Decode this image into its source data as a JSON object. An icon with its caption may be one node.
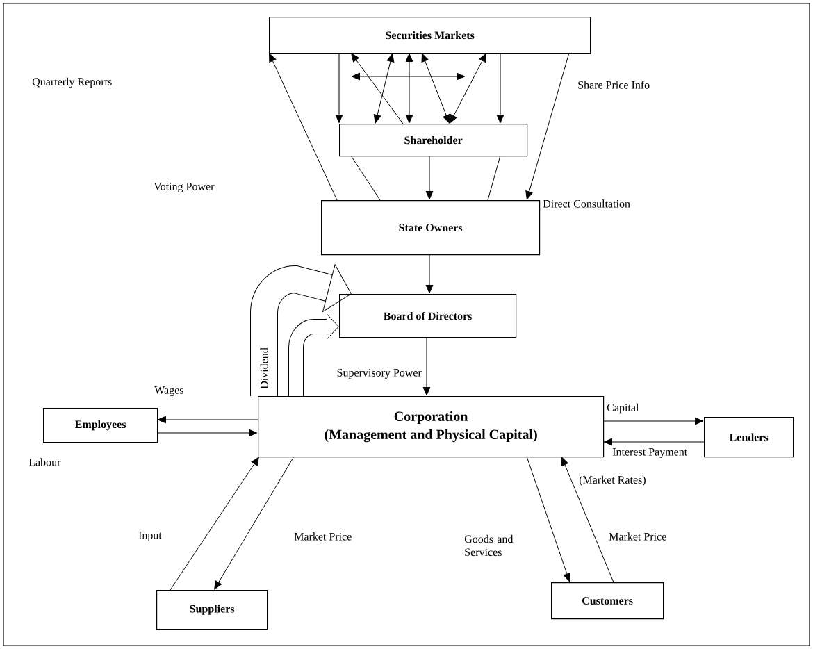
{
  "diagram": {
    "nodes": [
      {
        "text": [
          "Securities Markets"
        ]
      },
      {
        "text": [
          "Shareholder"
        ]
      },
      {
        "text": [
          "State Owners"
        ]
      },
      {
        "text": [
          "Board of Directors"
        ]
      },
      {
        "text": [
          "Corporation",
          "(Management and Physical Capital)"
        ]
      },
      {
        "text": [
          "Employees"
        ]
      },
      {
        "text": [
          "Lenders"
        ]
      },
      {
        "text": [
          "Suppliers"
        ]
      },
      {
        "text": [
          "Customers"
        ]
      }
    ],
    "edges": [
      {
        "from": 0,
        "to": 1,
        "arrow": "to"
      },
      {
        "from": 1,
        "to": 0,
        "arrow": "to"
      },
      {
        "from": 0,
        "to": 1,
        "arrow": "both"
      },
      {
        "from": 0,
        "to": 1,
        "arrow": "both"
      },
      {
        "from": 0,
        "to": 1,
        "arrow": "both"
      },
      {
        "from": 0,
        "to": 1,
        "arrow": "both"
      },
      {
        "from": 0,
        "to": 1,
        "arrow": "to"
      },
      {
        "from": 2,
        "to": 0,
        "arrow": "to"
      },
      {
        "from": 0,
        "to": 2,
        "arrow": "to",
        "label": "Direct Consultation"
      },
      {
        "from": 1,
        "to": 2,
        "arrow": "none"
      },
      {
        "from": 1,
        "to": 2,
        "arrow": "to"
      },
      {
        "from": 1,
        "to": 2,
        "arrow": "none"
      },
      {
        "from": 2,
        "to": 3,
        "arrow": "to"
      },
      {
        "from": 4,
        "to": 3,
        "arrow": "to",
        "style": "thick",
        "label": "Dividend"
      },
      {
        "from": 4,
        "to": 3,
        "arrow": "to",
        "style": "thick"
      },
      {
        "from": 3,
        "to": 4,
        "arrow": "to",
        "label": "Supervisory Power"
      },
      {
        "from": 4,
        "to": 5,
        "arrow": "to",
        "label": "Wages"
      },
      {
        "from": 5,
        "to": 4,
        "arrow": "to"
      },
      {
        "from": 4,
        "to": 6,
        "arrow": "to",
        "label": "Capital"
      },
      {
        "from": 6,
        "to": 4,
        "arrow": "to",
        "label": "Interest Payment"
      },
      {
        "from": 7,
        "to": 4,
        "arrow": "to",
        "label": "Input"
      },
      {
        "from": 4,
        "to": 7,
        "arrow": "to",
        "label": "Market Price"
      },
      {
        "from": 4,
        "to": 8,
        "arrow": "to",
        "label": "Goods and Services"
      },
      {
        "from": 8,
        "to": 4,
        "arrow": "to",
        "label": "Market Price"
      }
    ],
    "labels": [
      "Quarterly Reports",
      "Share Price Info",
      "Voting Power",
      "Labour",
      "(Market Rates)"
    ]
  }
}
